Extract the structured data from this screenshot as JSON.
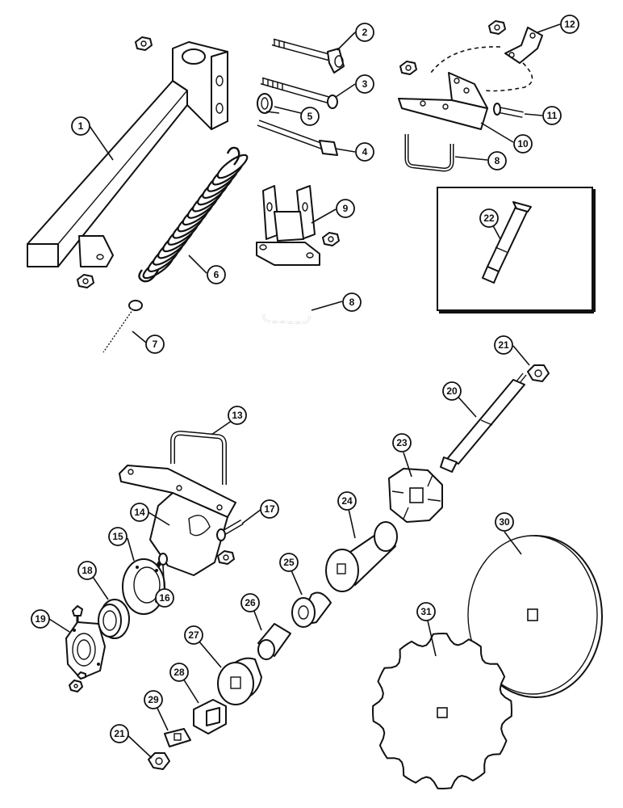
{
  "callouts": [
    {
      "id": "c1",
      "label": "1"
    },
    {
      "id": "c2",
      "label": "2"
    },
    {
      "id": "c3",
      "label": "3"
    },
    {
      "id": "c4",
      "label": "4"
    },
    {
      "id": "c5",
      "label": "5"
    },
    {
      "id": "c6",
      "label": "6"
    },
    {
      "id": "c7",
      "label": "7"
    },
    {
      "id": "c8a",
      "label": "8"
    },
    {
      "id": "c8b",
      "label": "8"
    },
    {
      "id": "c9",
      "label": "9"
    },
    {
      "id": "c10",
      "label": "10"
    },
    {
      "id": "c11",
      "label": "11"
    },
    {
      "id": "c12",
      "label": "12"
    },
    {
      "id": "c13",
      "label": "13"
    },
    {
      "id": "c14",
      "label": "14"
    },
    {
      "id": "c15",
      "label": "15"
    },
    {
      "id": "c16",
      "label": "16"
    },
    {
      "id": "c17",
      "label": "17"
    },
    {
      "id": "c18",
      "label": "18"
    },
    {
      "id": "c19",
      "label": "19"
    },
    {
      "id": "c20",
      "label": "20"
    },
    {
      "id": "c21a",
      "label": "21"
    },
    {
      "id": "c21b",
      "label": "21"
    },
    {
      "id": "c22",
      "label": "22"
    },
    {
      "id": "c23",
      "label": "23"
    },
    {
      "id": "c24",
      "label": "24"
    },
    {
      "id": "c25",
      "label": "25"
    },
    {
      "id": "c26",
      "label": "26"
    },
    {
      "id": "c27",
      "label": "27"
    },
    {
      "id": "c28",
      "label": "28"
    },
    {
      "id": "c29",
      "label": "29"
    },
    {
      "id": "c30",
      "label": "30"
    },
    {
      "id": "c31",
      "label": "31"
    }
  ]
}
